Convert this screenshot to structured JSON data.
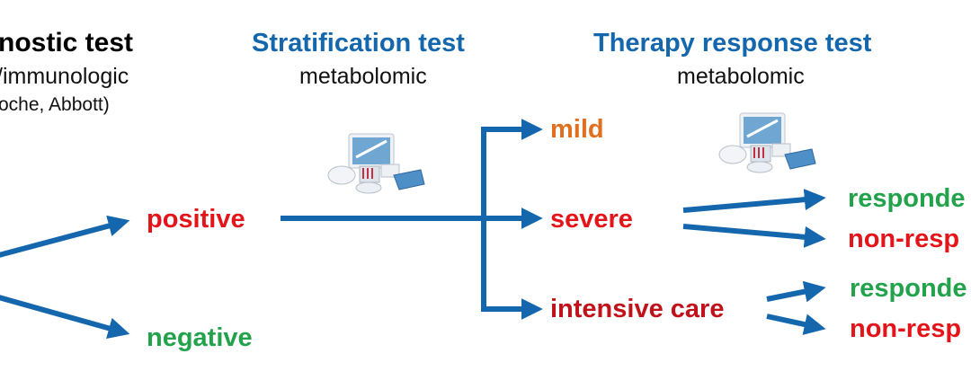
{
  "colors": {
    "arrow": "#1467ad",
    "heading_blue": "#1467ad",
    "positive": "#e3151a",
    "negative": "#22a24b",
    "mild": "#e07020",
    "severe": "#e3151a",
    "intensive_care": "#c0121a",
    "responder": "#22a24b",
    "non_responder": "#e3151a"
  },
  "columns": {
    "diagnostic": {
      "title": "nostic test",
      "line1": "/immunologic",
      "line2": "oche, Abbott)"
    },
    "stratification": {
      "title": "Stratification test",
      "subtitle": "metabolomic",
      "icon": "test-kit-icon"
    },
    "therapy": {
      "title": "Therapy response test",
      "subtitle": "metabolomic",
      "icon": "test-kit-icon"
    }
  },
  "nodes": {
    "positive": "positive",
    "negative": "negative",
    "mild": "mild",
    "severe": "severe",
    "intensive_care": "intensive care",
    "severe_responder": "responde",
    "severe_non_responder": "non-resp",
    "ic_responder": "responde",
    "ic_non_responder": "non-resp"
  }
}
